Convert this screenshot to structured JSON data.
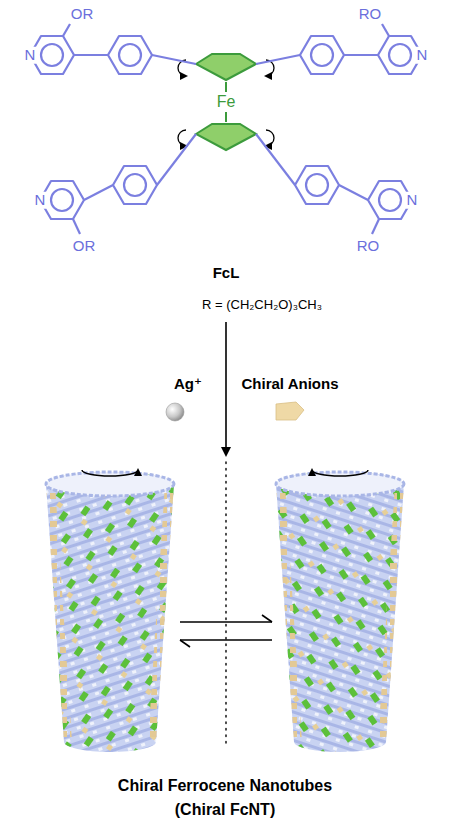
{
  "diagram": {
    "labels": [
      "N",
      "OR",
      "RO",
      "N",
      "Fe",
      "N",
      "OR",
      "RO",
      "N",
      "FcL",
      "R = (CH₂CH₂O)₃CH₃",
      "Ag⁺",
      "Chiral Anions",
      "Chiral Ferrocene Nanotubes",
      "(Chiral FcNT)"
    ]
  }
}
